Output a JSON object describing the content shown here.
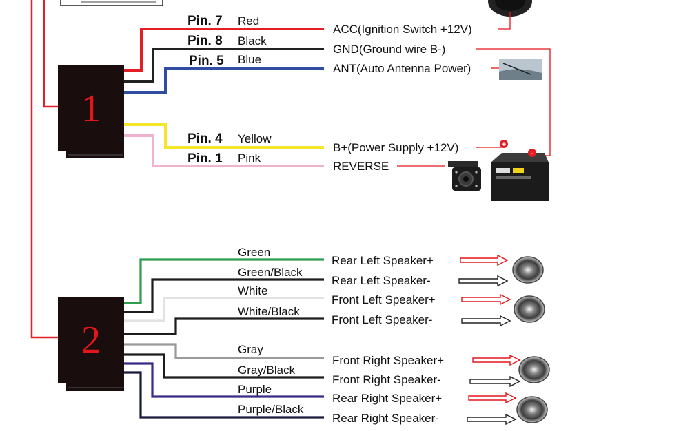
{
  "connectors": [
    {
      "label": "1"
    },
    {
      "label": "2"
    }
  ],
  "connector1_wires": [
    {
      "pin": "Pin. 7",
      "color_name": "Red",
      "color": "#e31e24",
      "function": "ACC(Ignition Switch +12V)"
    },
    {
      "pin": "Pin. 8",
      "color_name": "Black",
      "color": "#222222",
      "function": "GND(Ground wire B-)"
    },
    {
      "pin": "Pin. 5",
      "color_name": "Blue",
      "color": "#2f4ea3",
      "function": "ANT(Auto Antenna Power)"
    },
    {
      "pin": "Pin. 4",
      "color_name": "Yellow",
      "color": "#f5e62a",
      "function": "B+(Power Supply +12V)"
    },
    {
      "pin": "Pin. 1",
      "color_name": "Pink",
      "color": "#efb3cf",
      "function": "REVERSE"
    }
  ],
  "connector2_wires": [
    {
      "color_name": "Green",
      "color": "#2e9d4d",
      "function": "Rear Left Speaker+"
    },
    {
      "color_name": "Green/Black",
      "color": "#1c1c1c",
      "function": "Rear Left Speaker-"
    },
    {
      "color_name": "White",
      "color": "#e2e2e2",
      "function": "Front Left Speaker+"
    },
    {
      "color_name": "White/Black",
      "color": "#1c1c1c",
      "function": "Front Left Speaker-"
    },
    {
      "color_name": "Gray",
      "color": "#9a9a9a",
      "function": "Front Right Speaker+"
    },
    {
      "color_name": "Gray/Black",
      "color": "#1c1c1c",
      "function": "Front Right Speaker-"
    },
    {
      "color_name": "Purple",
      "color": "#3b2a86",
      "function": "Rear Right Speaker+"
    },
    {
      "color_name": "Purple/Black",
      "color": "#1a1a3c",
      "function": "Rear Right Speaker-"
    }
  ],
  "battery": {
    "plus": "+",
    "minus": "-"
  },
  "icons": [
    "car-antenna-icon",
    "reverse-camera-icon",
    "battery-icon",
    "speaker-icon"
  ],
  "colors": {
    "accent_red": "#e3161b",
    "connector": "#1a0d0d"
  }
}
